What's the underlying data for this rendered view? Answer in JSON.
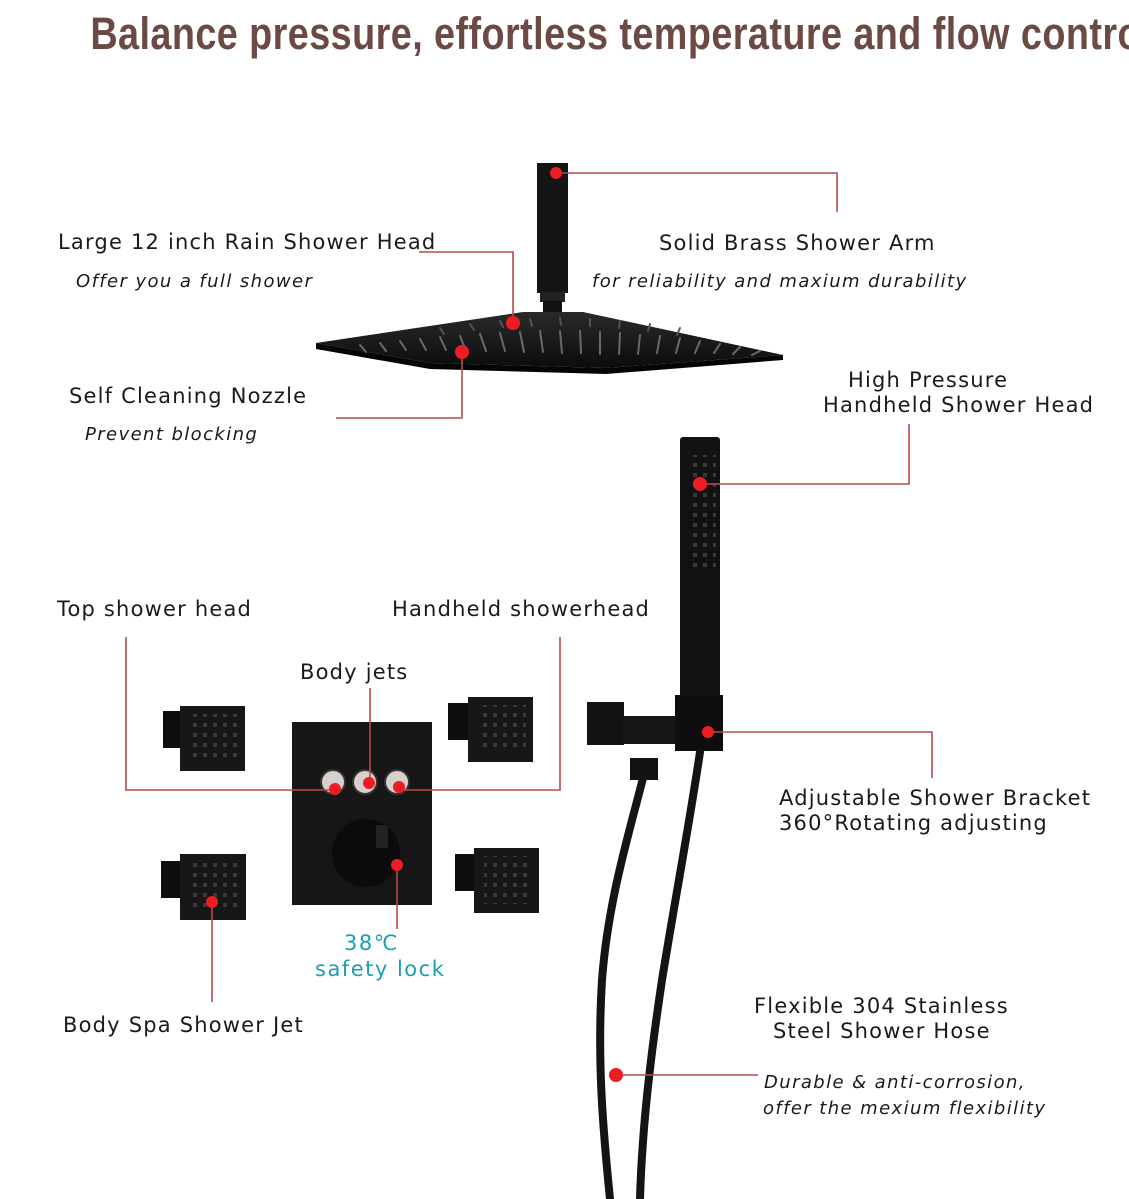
{
  "title": "Balance pressure, effortless temperature and flow control",
  "colors": {
    "title": "#6b4a44",
    "leader_line": "#b84a4a",
    "marker": "#ee1c24",
    "product": "#141414",
    "safety_text": "#1aa0b0"
  },
  "callouts": {
    "rain_head": {
      "label": "Large 12 inch Rain Shower Head",
      "note": "Offer you a full shower"
    },
    "shower_arm": {
      "label": "Solid Brass Shower Arm",
      "note": "for reliability and maxium durability"
    },
    "nozzle": {
      "label": "Self Cleaning Nozzle",
      "note": "Prevent blocking"
    },
    "handheld_head": {
      "line1": "High Pressure",
      "line2": "Handheld Shower Head"
    },
    "top_head_button": {
      "label": "Top shower head"
    },
    "handheld_button": {
      "label": "Handheld showerhead"
    },
    "body_jets_button": {
      "label": "Body jets"
    },
    "bracket": {
      "line1": "Adjustable Shower Bracket",
      "line2": "360°Rotating adjusting"
    },
    "safety": {
      "line1": "38℃",
      "line2": "safety lock"
    },
    "body_spa": {
      "label": "Body Spa Shower Jet"
    },
    "hose": {
      "line1": "Flexible 304 Stainless",
      "line2": "Steel Shower Hose",
      "note1": "Durable & anti-corrosion,",
      "note2": "offer the mexium flexibility"
    }
  }
}
